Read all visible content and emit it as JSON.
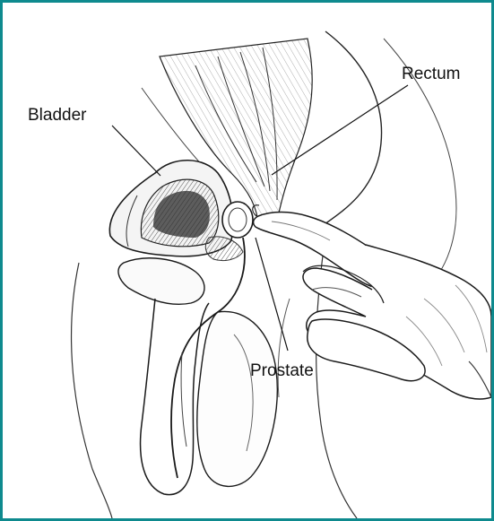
{
  "labels": {
    "bladder": "Bladder",
    "rectum": "Rectum",
    "prostate": "Prostate"
  },
  "colors": {
    "frame": "#0e8a8e",
    "line": "#1a1a1a",
    "shade_dark": "#2b2b2b",
    "shade_mid": "#8a8a8a"
  }
}
